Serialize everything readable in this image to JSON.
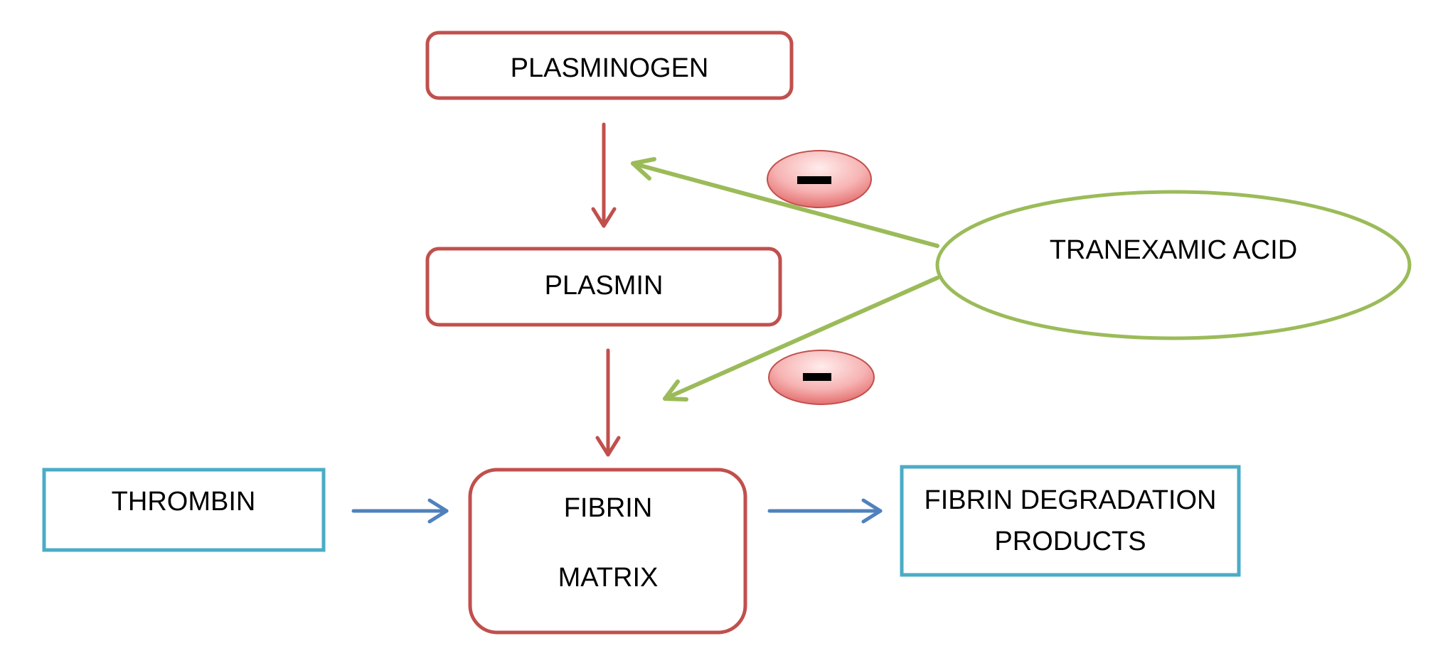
{
  "nodes": {
    "plasminogen": {
      "label": "PLASMINOGEN"
    },
    "plasmin": {
      "label": "PLASMIN"
    },
    "fibrin_matrix": {
      "line1": "FIBRIN",
      "line2": "MATRIX"
    },
    "thrombin": {
      "label": "THROMBIN"
    },
    "fibrin_degradation_products": {
      "line1": "FIBRIN DEGRADATION",
      "line2": "PRODUCTS"
    },
    "tranexamic_acid": {
      "label": "TRANEXAMIC ACID"
    }
  },
  "inhibitors": [
    {
      "symbol": "−"
    },
    {
      "symbol": "−"
    }
  ],
  "colors": {
    "red_stroke": "#c0504d",
    "blue_stroke": "#4bacc6",
    "blue_arrow": "#4f81bd",
    "green": "#9bbb59",
    "badge_fill_light": "#ffe4e1",
    "badge_fill_dark": "#f08888"
  }
}
